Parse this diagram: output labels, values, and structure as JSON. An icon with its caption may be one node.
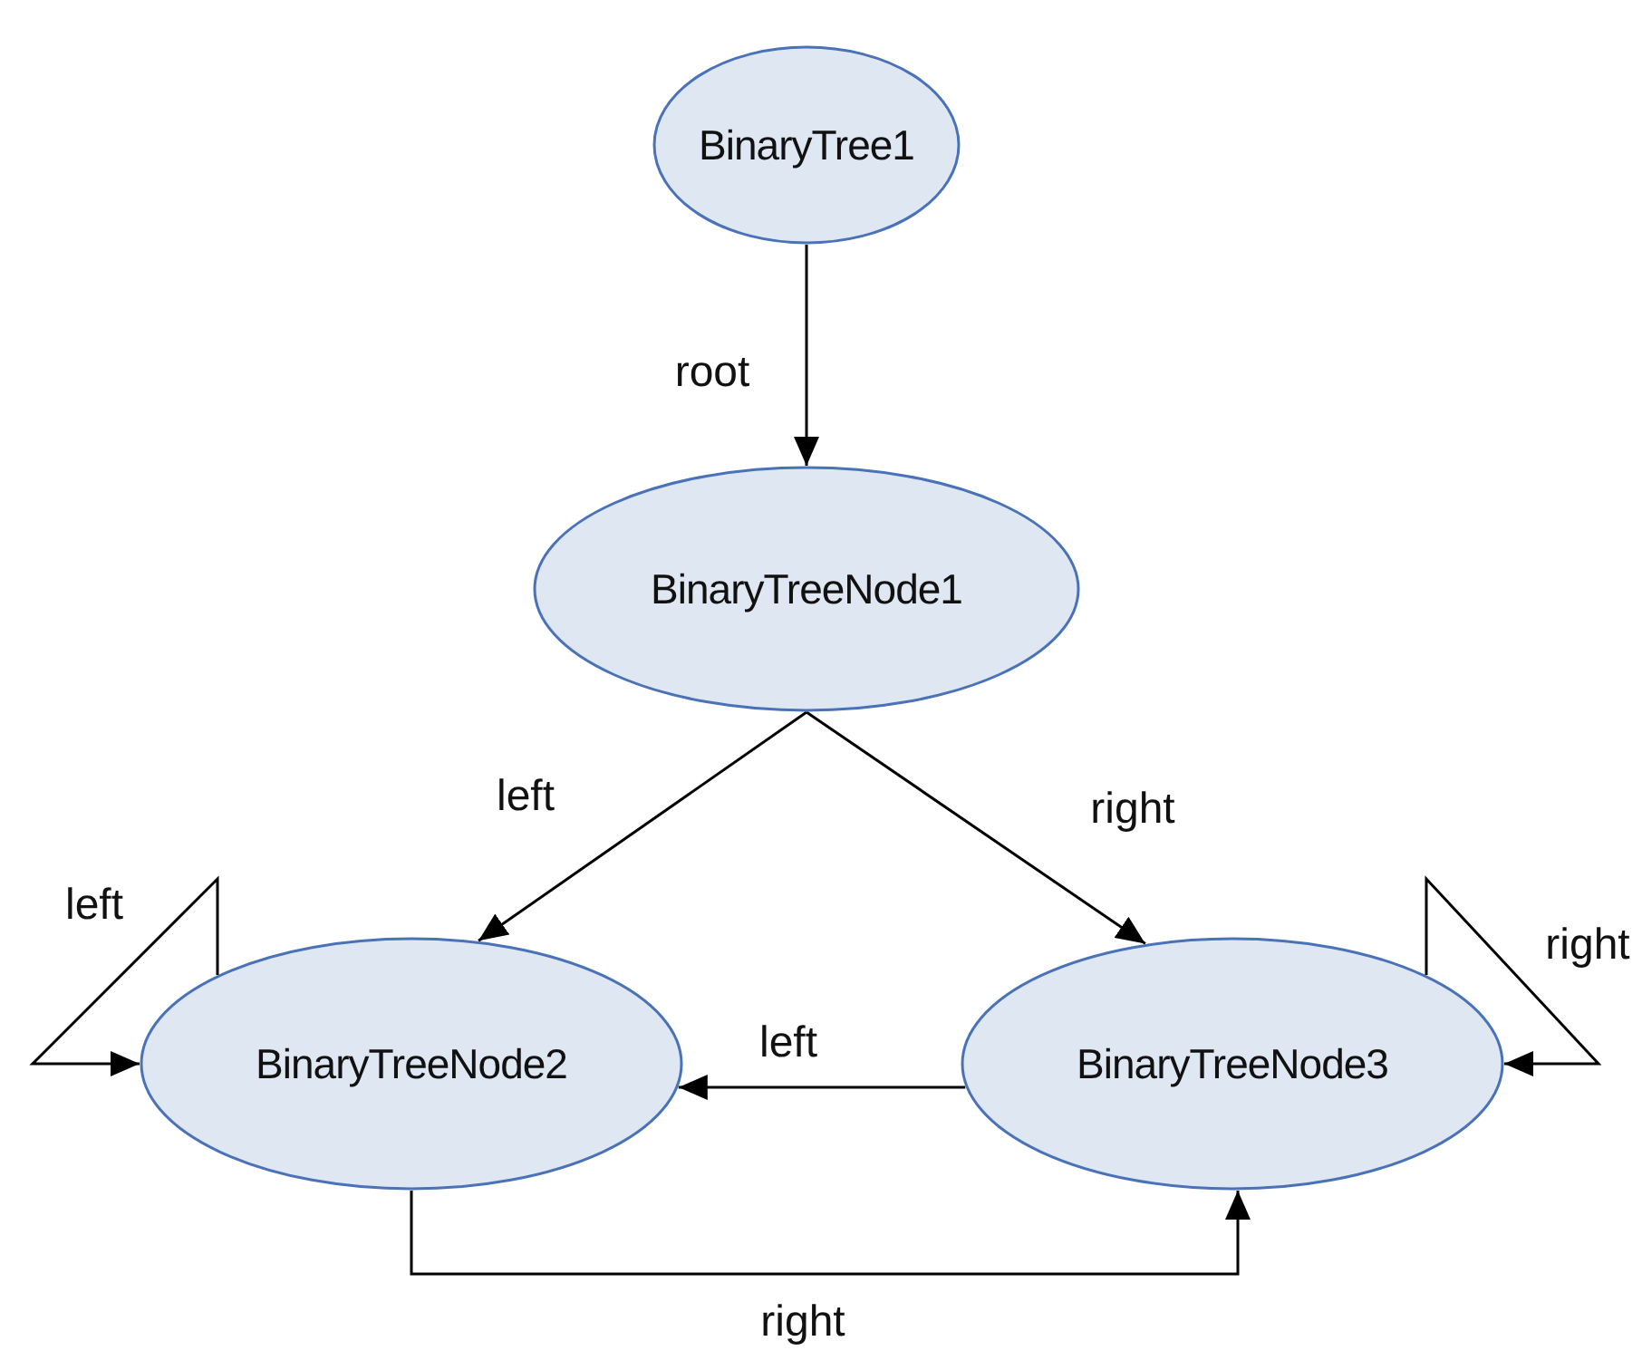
{
  "diagram": {
    "nodes": [
      {
        "text": [
          "BinaryTree1"
        ]
      },
      {
        "text": [
          "BinaryTreeNode1"
        ]
      },
      {
        "text": [
          "BinaryTreeNode2"
        ]
      },
      {
        "text": [
          "BinaryTreeNode3"
        ]
      }
    ],
    "edges": [
      {
        "from": 0,
        "to": 1,
        "arrow": "to",
        "label": "root"
      },
      {
        "from": 1,
        "to": 2,
        "arrow": "to",
        "label": "left"
      },
      {
        "from": 1,
        "to": 3,
        "arrow": "to",
        "label": "right"
      },
      {
        "from": 2,
        "to": 2,
        "arrow": "to",
        "label": "left"
      },
      {
        "from": 3,
        "to": 3,
        "arrow": "to",
        "label": "right"
      },
      {
        "from": 3,
        "to": 2,
        "arrow": "to",
        "label": "left"
      },
      {
        "from": 2,
        "to": 3,
        "arrow": "to",
        "label": "right"
      }
    ]
  }
}
